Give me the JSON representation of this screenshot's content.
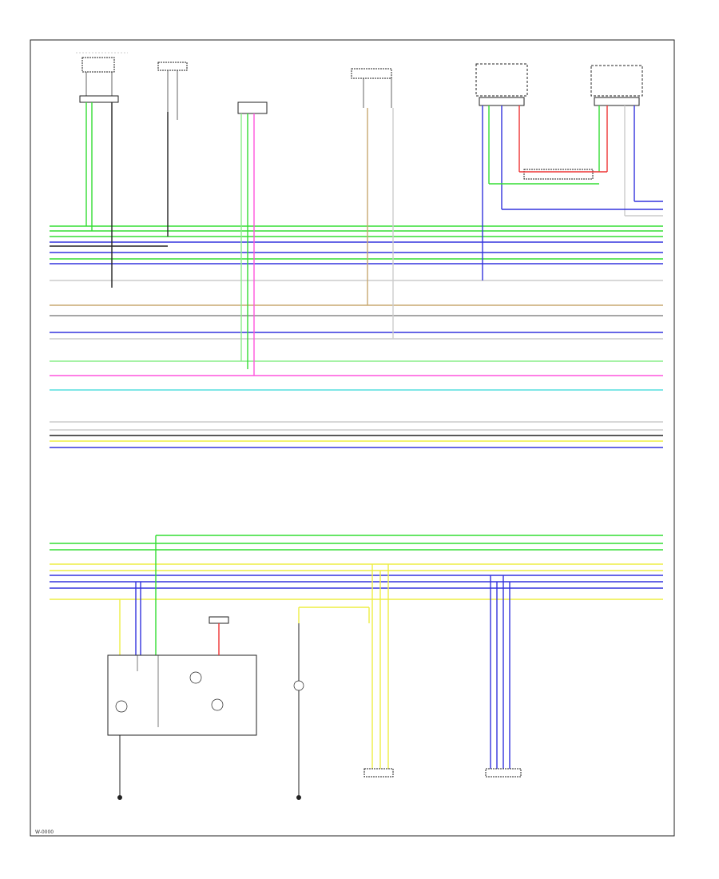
{
  "footer_code": "W-0000",
  "colors": {
    "GRN": "#33dd33",
    "L/GRN": "#88ee88",
    "BLU": "#3333dd",
    "YEL": "#eeee44",
    "RED": "#ee3333",
    "PNK": "#ff55dd",
    "TAN": "#c8a870",
    "GRY": "#888888",
    "WHT": "#cccccc",
    "CYN": "#55dddd",
    "BLK": "#222222"
  },
  "main_bus": [
    {
      "color": "GRN"
    },
    {
      "color": "GRN"
    },
    {
      "color": "GRN"
    },
    {
      "color": "BLU"
    },
    {
      "color": "BLU"
    },
    {
      "color": "GRN"
    },
    {
      "color": "BLU"
    },
    {
      "color": "WHT"
    },
    {
      "color": "TAN"
    },
    {
      "color": "GRY"
    },
    {
      "color": "BLU"
    },
    {
      "color": "WHT"
    },
    {
      "color": "L/GRN"
    },
    {
      "color": "PNK"
    },
    {
      "color": "CYN"
    },
    {
      "color": "WHT"
    },
    {
      "color": "WHT"
    },
    {
      "color": "BLK"
    },
    {
      "color": "YEL"
    },
    {
      "color": "BLU"
    }
  ],
  "lower_bus": [
    {
      "color": "GRN"
    },
    {
      "color": "GRN"
    },
    {
      "color": "YEL"
    },
    {
      "color": "YEL"
    },
    {
      "color": "BLU"
    },
    {
      "color": "BLU"
    },
    {
      "color": "BLU"
    },
    {
      "color": "YEL"
    }
  ]
}
